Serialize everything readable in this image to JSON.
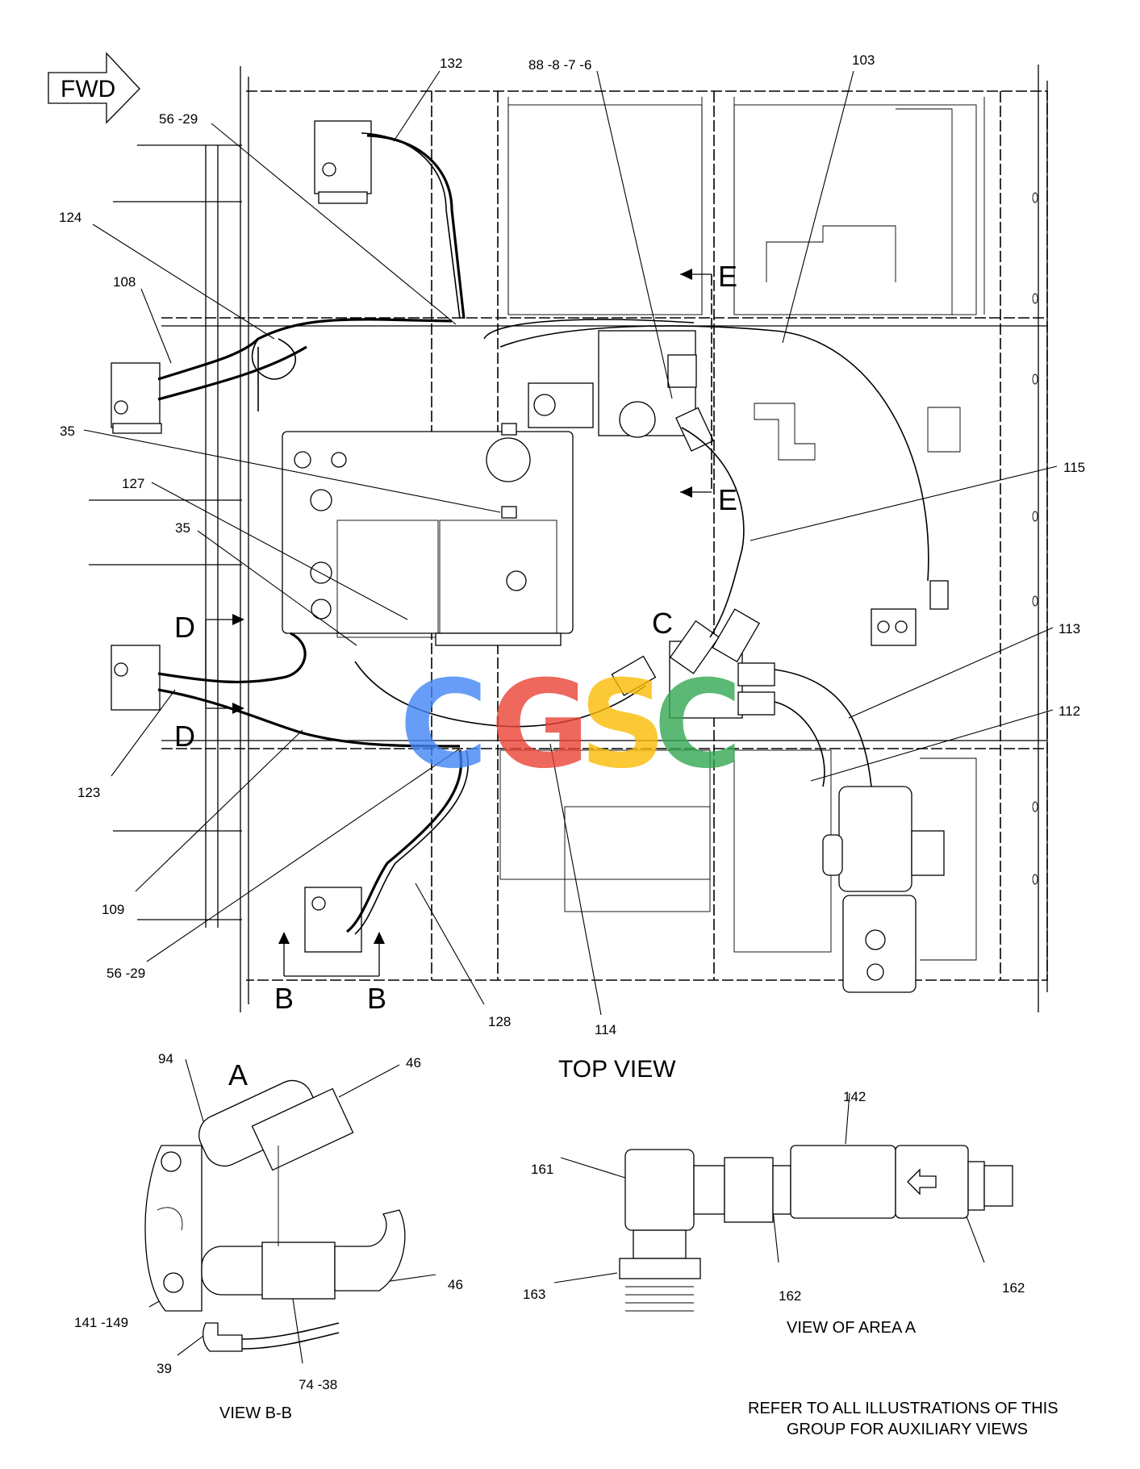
{
  "fwd_label": "FWD",
  "callouts": {
    "c132": "132",
    "c88": "88 -8 -7 -6",
    "c103": "103",
    "c56a": "56 -29",
    "c124": "124",
    "c108": "108",
    "c35a": "35",
    "c127": "127",
    "c35b": "35",
    "c115": "115",
    "c113": "113",
    "c112": "112",
    "c123": "123",
    "c109": "109",
    "c56b": "56 -29",
    "c128": "128",
    "c114": "114",
    "c94": "94",
    "c46a": "46",
    "c46b": "46",
    "c141": "141 -149",
    "c39": "39",
    "c74": "74 -38",
    "c161": "161",
    "c142": "142",
    "c163": "163",
    "c162a": "162",
    "c162b": "162"
  },
  "section_marks": {
    "e_top": "E",
    "e_bottom": "E",
    "d_top": "D",
    "d_bottom": "D",
    "b_left": "B",
    "b_right": "B",
    "c": "C",
    "a": "A"
  },
  "view_titles": {
    "top_view": "TOP VIEW",
    "view_bb": "VIEW B-B",
    "view_area_a": "VIEW OF AREA A"
  },
  "note_line1": "REFER TO ALL ILLUSTRATIONS OF THIS",
  "note_line2": "GROUP FOR AUXILIARY VIEWS",
  "watermark": {
    "letters": [
      "C",
      "G",
      "S",
      "C"
    ],
    "colors": [
      "#4285F4",
      "#EA4335",
      "#FBBC05",
      "#34A853"
    ]
  }
}
